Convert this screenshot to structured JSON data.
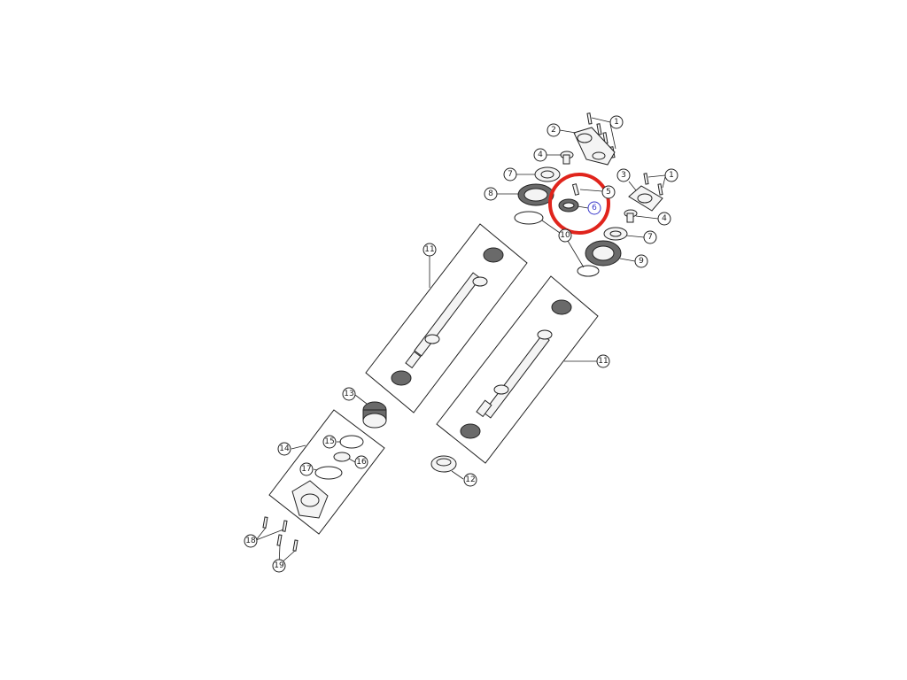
{
  "callouts": {
    "c1a": "1",
    "c1b": "1",
    "c2": "2",
    "c3": "3",
    "c4a": "4",
    "c4b": "4",
    "c5": "5",
    "c6": "6",
    "c7a": "7",
    "c7b": "7",
    "c8": "8",
    "c9": "9",
    "c10": "10",
    "c11a": "11",
    "c11b": "11",
    "c12": "12",
    "c13": "13",
    "c14": "14",
    "c15": "15",
    "c16": "16",
    "c17": "17",
    "c18": "18",
    "c19": "19"
  },
  "colors": {
    "highlight": "#e0241c",
    "selected_callout": "#3a3acc",
    "line": "#222222"
  }
}
